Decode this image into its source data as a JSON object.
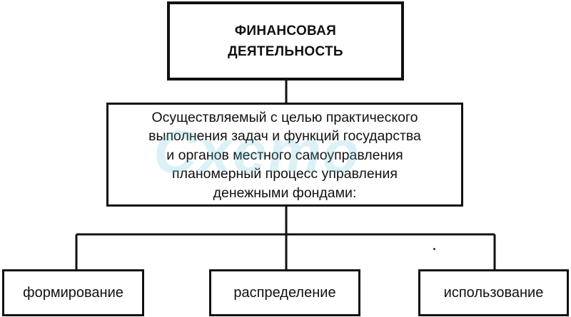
{
  "diagram": {
    "root": {
      "label": "ФИНАНСОВАЯ\nДЕЯТЕЛЬНОСТЬ"
    },
    "definition": {
      "text": "Осуществляемый с целью практического\nвыполнения задач и функций государства\nи органов местного самоуправления\nпланомерный процесс управления\nденежными фондами:"
    },
    "branches": [
      {
        "label": "формирование"
      },
      {
        "label": "распределение"
      },
      {
        "label": "использование"
      }
    ]
  }
}
